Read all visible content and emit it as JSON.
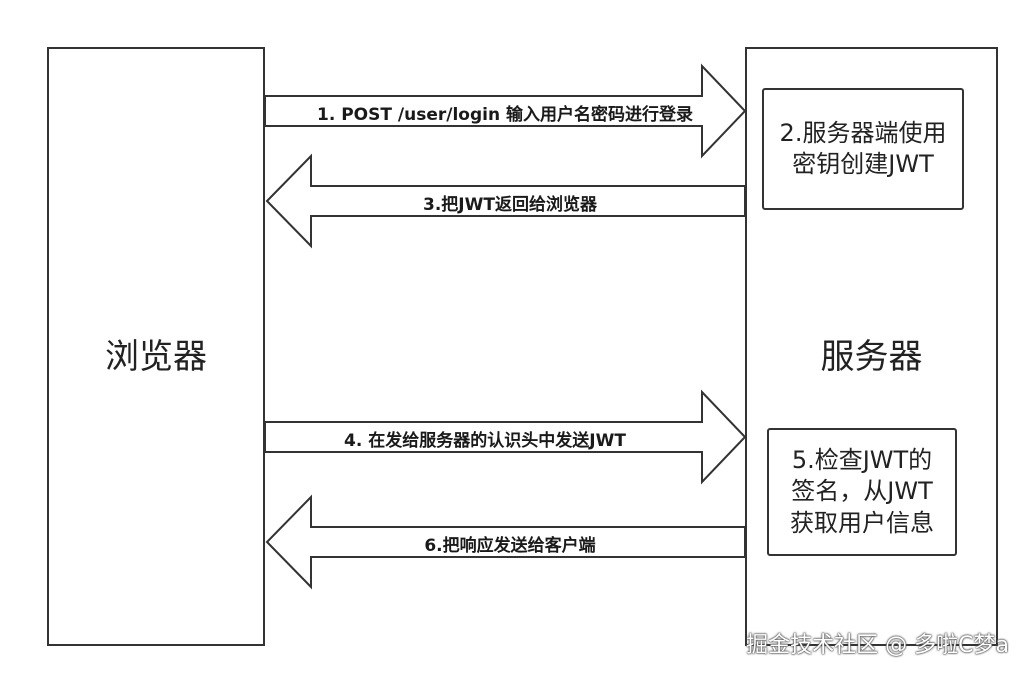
{
  "lanes": {
    "browser": "浏览器",
    "server": "服务器"
  },
  "notes": {
    "create_jwt": "2.服务器端使用\n密钥创建JWT",
    "verify_jwt": "5.检查JWT的\n签名，从JWT\n获取用户信息"
  },
  "messages": [
    {
      "label": "1. POST /user/login 输入用户名密码进行登录",
      "direction": "right"
    },
    {
      "label": "3.把JWT返回给浏览器",
      "direction": "left"
    },
    {
      "label": "4. 在发给服务器的认识头中发送JWT",
      "direction": "right"
    },
    {
      "label": "6.把响应发送给客户端",
      "direction": "left"
    }
  ],
  "watermark": "掘金技术社区 @ 多啦C梦a",
  "colors": {
    "stroke": "#333333",
    "fill": "#ffffff"
  }
}
